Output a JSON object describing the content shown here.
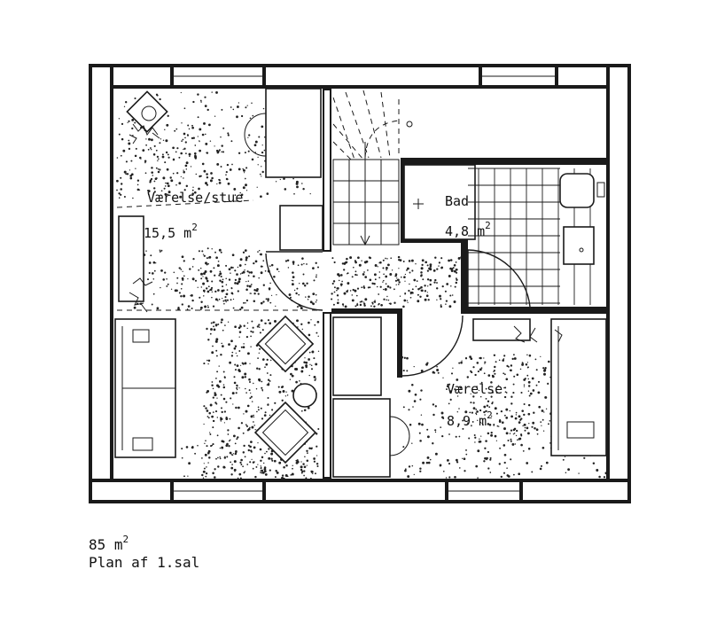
{
  "rooms": {
    "living": {
      "name": "Værelse/stue",
      "area": "15,5 m",
      "unit_sup": "2"
    },
    "bath": {
      "name": "Bad",
      "area": "4,8 m",
      "unit_sup": "2"
    },
    "bedroom": {
      "name": "Værelse",
      "area": "8,9 m",
      "unit_sup": "2"
    }
  },
  "caption": {
    "total_area": "85 m",
    "total_sup": "2",
    "plan_title": "Plan af 1.sal"
  },
  "colors": {
    "ink": "#1a1a1a",
    "paper": "#ffffff"
  }
}
